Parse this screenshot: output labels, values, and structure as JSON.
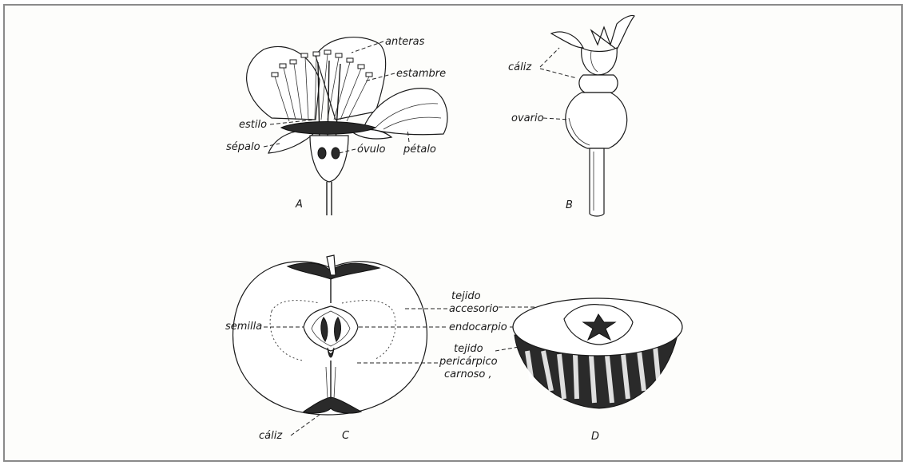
{
  "labels": {
    "anteras": "anteras",
    "estambre": "estambre",
    "estilo": "estilo",
    "sepalo": "sépalo",
    "ovulo": "óvulo",
    "petalo": "pétalo",
    "caliz_b": "cáliz",
    "ovario": "ovario",
    "semilla": "semilla",
    "tejido_accesorio_1": "tejido",
    "tejido_accesorio_2": "accesorio",
    "endocarpio": "endocarpio",
    "tejido_pericarpico_1": "tejido",
    "tejido_pericarpico_2": "pericárpico",
    "tejido_pericarpico_3": "carnoso ,",
    "caliz_c": "cáliz"
  },
  "panels": {
    "a": "A",
    "b": "B",
    "c": "C",
    "d": "D"
  }
}
